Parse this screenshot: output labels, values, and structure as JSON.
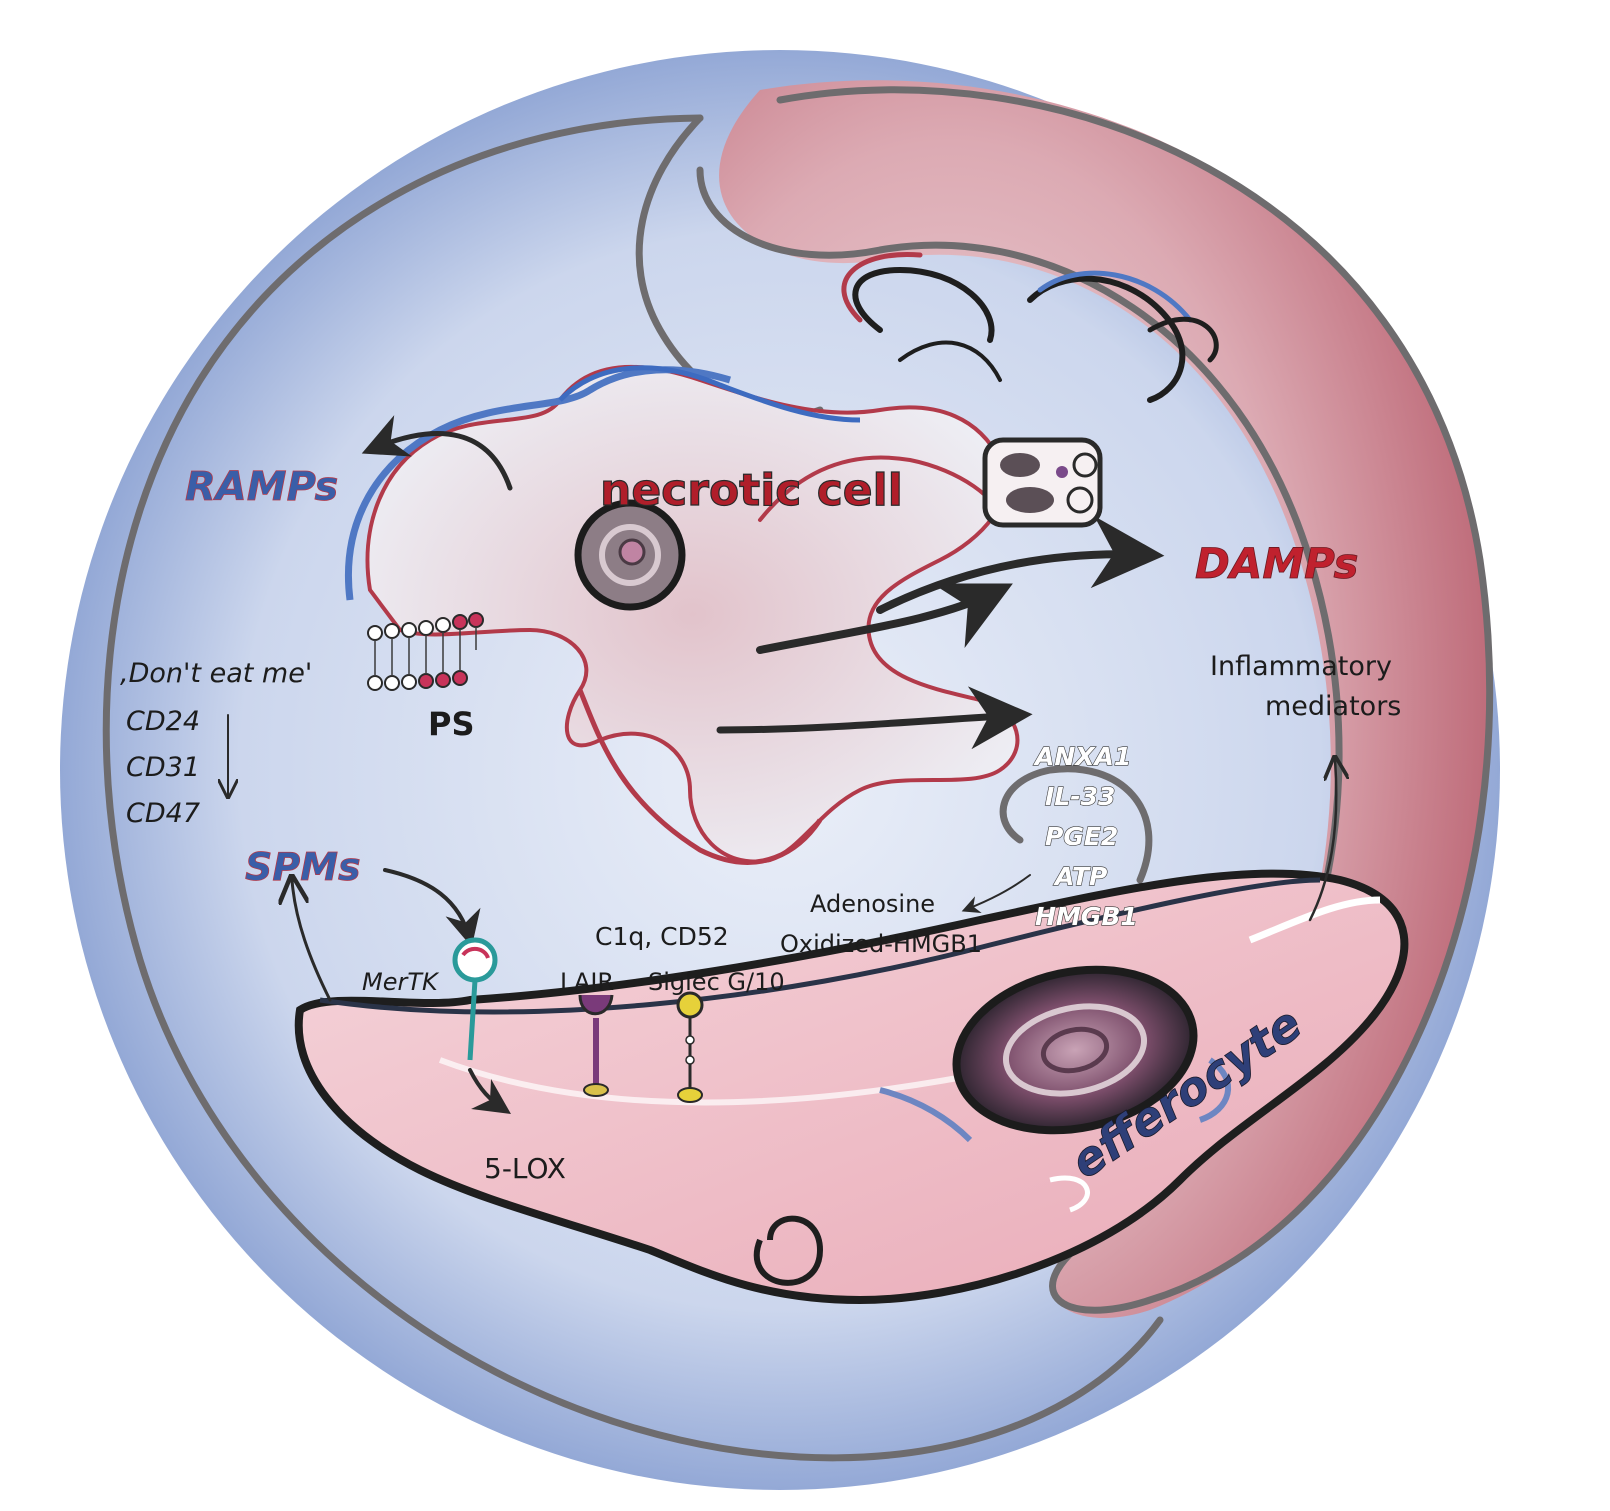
{
  "labels": {
    "ramps": "RAMPs",
    "necrotic_cell": "necrotic cell",
    "damps": "DAMPs",
    "dont_eat_me": ",Don't eat me'",
    "cd24": "CD24",
    "cd31": "CD31",
    "cd47": "CD47",
    "ps": "PS",
    "inflammatory": "Inflammatory",
    "mediators": "mediators",
    "anxa1": "ANXA1",
    "il33": "IL-33",
    "pge2": "PGE2",
    "atp": "ATP",
    "hmgb1": "HMGB1",
    "adenosine": "Adenosine",
    "oxidized_hmgb1": "Oxidized-HMGB1",
    "spms": "SPMs",
    "c1q_cd52": "C1q, CD52",
    "mertk": "MerTK",
    "lair": "LAIR",
    "siglec": "Siglec G/10",
    "five_lox": "5-LOX",
    "efferocyte": "efferocyte"
  },
  "colors": {
    "blue_region": "#9fb2d8",
    "red_region": "#c9818f",
    "ramps_text": "#3a5ea8",
    "damps_text": "#c0212e",
    "necrotic_text": "#b01e2a",
    "spms_text": "#3a5ea8",
    "efferocyte_text": "#2e3f78",
    "outline": "#4a4a4a",
    "efferocyte_fill": "#f1c6cf"
  }
}
